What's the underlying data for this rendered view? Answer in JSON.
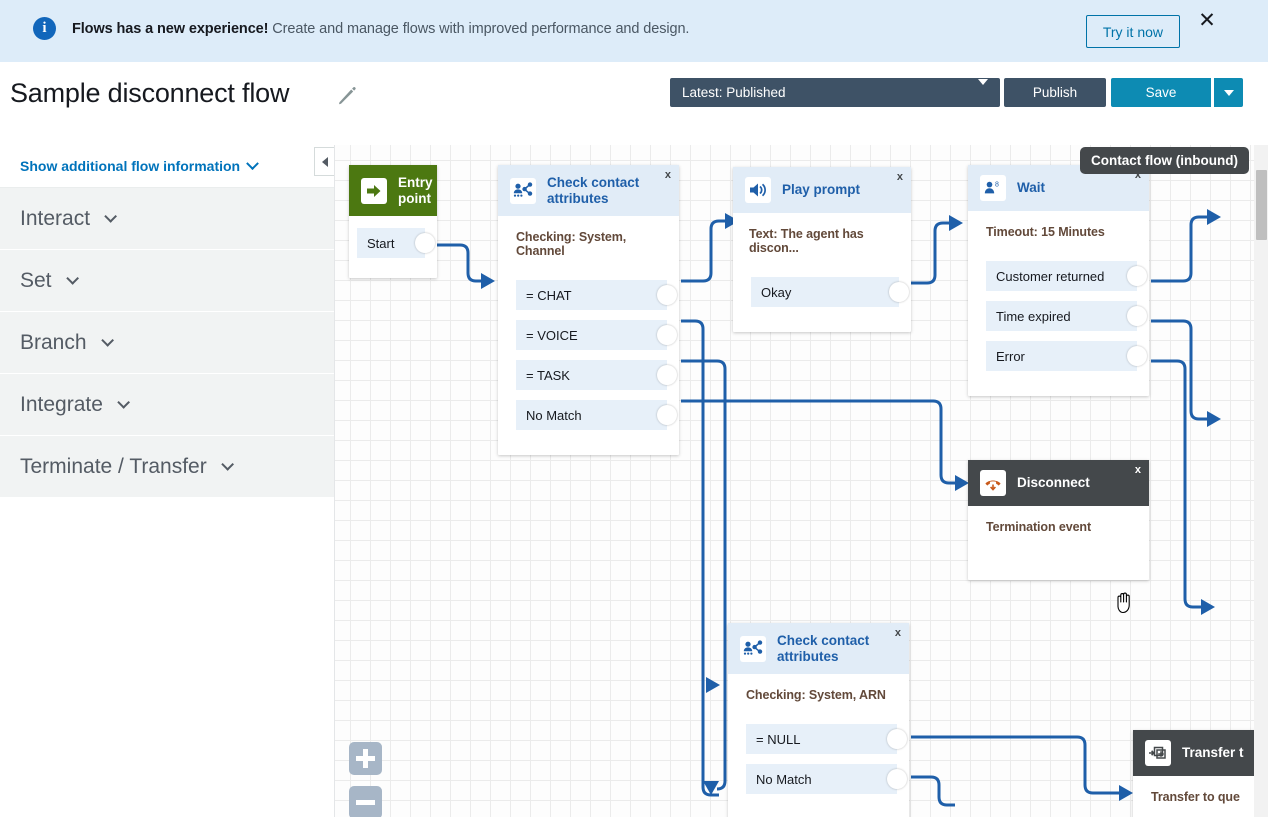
{
  "banner": {
    "icon": "info-icon",
    "title": "Flows has a new experience!",
    "message": "Create and manage flows with improved performance and design.",
    "cta_label": "Try it now",
    "close_label": "✕",
    "bg_color": "#ddecf9",
    "accent_color": "#1166bb"
  },
  "header": {
    "title": "Sample disconnect flow",
    "edit_icon": "pencil-icon",
    "version_selector": {
      "value": "Latest: Published",
      "options": [
        "Latest: Published"
      ]
    },
    "publish_label": "Publish",
    "save_label": "Save",
    "save_menu_icon": "chevron-down-icon",
    "publish_bg": "#3e5266",
    "save_bg": "#0d8bb3"
  },
  "palette": {
    "show_info_label": "Show additional flow information",
    "collapse_icon": "chevron-left-icon",
    "sections": [
      {
        "label": "Interact",
        "icon": "chevron-down-icon"
      },
      {
        "label": "Set",
        "icon": "chevron-down-icon"
      },
      {
        "label": "Branch",
        "icon": "chevron-down-icon"
      },
      {
        "label": "Integrate",
        "icon": "chevron-down-icon"
      },
      {
        "label": "Terminate / Transfer",
        "icon": "chevron-down-icon"
      }
    ]
  },
  "canvas": {
    "tooltip": "Contact flow (inbound)",
    "zoom_in_label": "+",
    "zoom_out_label": "−",
    "cursor": "grab-hand-cursor",
    "grid_size": 20,
    "wire_color": "#1f5fa9",
    "nodes": [
      {
        "id": "entry-point",
        "type": "entry",
        "title": "Entry point",
        "icon": "arrow-right-icon",
        "header_color": "#4c7811",
        "ports": [
          {
            "label": "Start"
          }
        ]
      },
      {
        "id": "check-contact-attributes-1",
        "type": "branch",
        "title": "Check contact attributes",
        "icon": "contact-attributes-icon",
        "close_label": "x",
        "subtitle": "Checking: System, Channel",
        "ports": [
          {
            "label": "= CHAT"
          },
          {
            "label": "= VOICE"
          },
          {
            "label": "= TASK"
          },
          {
            "label": "No Match"
          }
        ]
      },
      {
        "id": "play-prompt",
        "type": "interact",
        "title": "Play prompt",
        "icon": "speaker-icon",
        "close_label": "x",
        "subtitle": "Text: The agent has discon...",
        "ports": [
          {
            "label": "Okay"
          }
        ]
      },
      {
        "id": "wait",
        "type": "interact",
        "title": "Wait",
        "icon": "person-clock-icon",
        "close_label": "x",
        "subtitle": "Timeout: 15 Minutes",
        "ports": [
          {
            "label": "Customer returned"
          },
          {
            "label": "Time expired"
          },
          {
            "label": "Error"
          }
        ]
      },
      {
        "id": "disconnect",
        "type": "terminate",
        "title": "Disconnect",
        "icon": "phone-hangup-icon",
        "close_label": "x",
        "subtitle": "Termination event",
        "header_color": "#44484b",
        "ports": []
      },
      {
        "id": "check-contact-attributes-2",
        "type": "branch",
        "title": "Check contact attributes",
        "icon": "contact-attributes-icon",
        "close_label": "x",
        "subtitle": "Checking: System, ARN",
        "ports": [
          {
            "label": "= NULL"
          },
          {
            "label": "No Match"
          }
        ]
      },
      {
        "id": "transfer-to-queue",
        "type": "terminate",
        "title": "Transfer t",
        "icon": "transfer-icon",
        "subtitle": "Transfer to que",
        "header_color": "#44484b",
        "ports": []
      }
    ]
  }
}
